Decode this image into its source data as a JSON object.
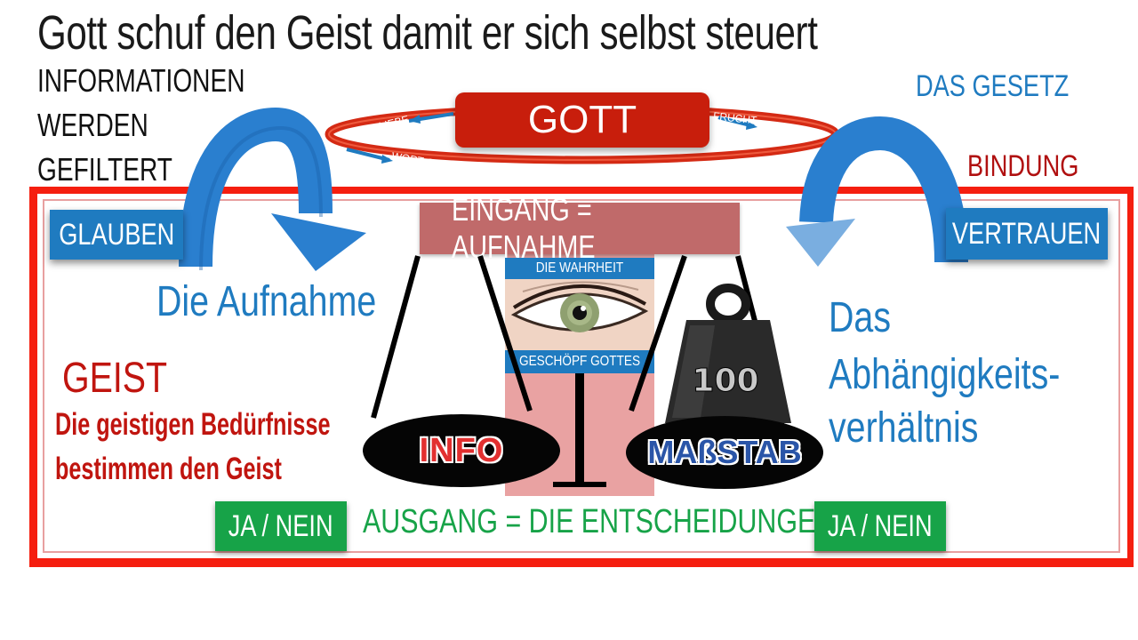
{
  "title": "Gott schuf den Geist damit er sich selbst steuert",
  "left_info": [
    "INFORMATIONEN",
    "WERDEN",
    "GEFILTERT"
  ],
  "right_labels": {
    "law": "DAS GESETZ",
    "bond": "BINDUNG"
  },
  "god": {
    "label": "GOTT",
    "ring_labels": {
      "love": "LIEBE",
      "fruit": "FRUCHT",
      "word": "WORT GOTTES"
    }
  },
  "buttons": {
    "faith": "GLAUBEN",
    "trust": "VERTRAUEN"
  },
  "input": "EINGANG = AUFNAHME",
  "center": {
    "truth": "DIE WAHRHEIT",
    "creature": "GESCHÖPF GOTTES"
  },
  "left_text": {
    "reception": "Die Aufnahme",
    "spirit": "GEIST",
    "needs_line1": "Die geistigen Bedürfnisse",
    "needs_line2": "bestimmen den Geist"
  },
  "right_text": [
    "Das",
    "Abhängigkeits-",
    "verhältnis"
  ],
  "weight_number": "100",
  "ovals": {
    "info": "INFO",
    "measure": "MAßSTAB"
  },
  "bottom": {
    "yes_no_left": "JA / NEIN",
    "output": "AUSGANG = DIE ENTSCHEIDUNGEN",
    "yes_no_right": "JA / NEIN"
  },
  "colors": {
    "frame_red": "#f51e0f",
    "god_red": "#c81e0c",
    "blue": "#1f7bc0",
    "green": "#17a348",
    "dark_red_text": "#c0150f"
  }
}
